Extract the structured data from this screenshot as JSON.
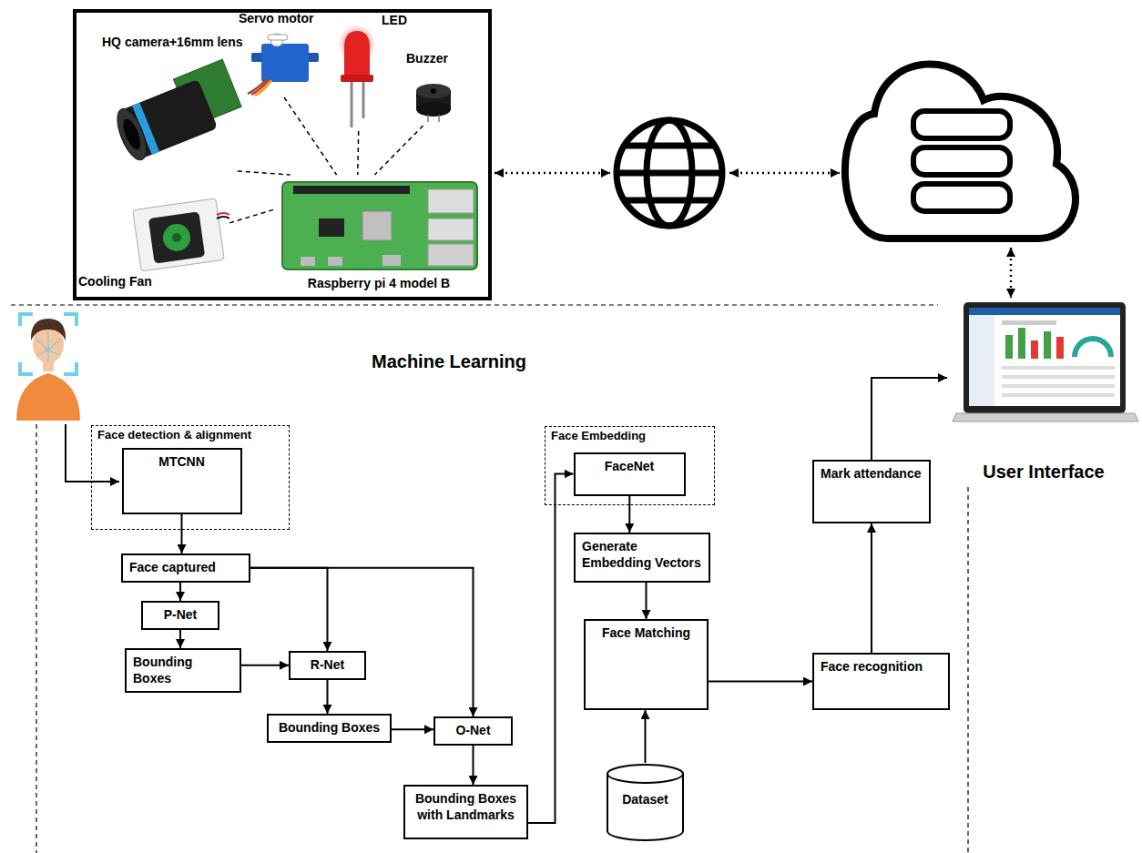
{
  "diagram": {
    "nodes": [
      {
        "text": [
          "HQ camera+16mm lens"
        ]
      },
      {
        "text": [
          "Servo motor"
        ]
      },
      {
        "text": [
          "LED"
        ]
      },
      {
        "text": [
          "Buzzer"
        ]
      },
      {
        "text": [
          "Cooling Fan"
        ]
      },
      {
        "text": [
          "Raspberry pi 4 model B"
        ]
      },
      {
        "text": [
          "User Interface"
        ]
      },
      {
        "text": [
          "Machine Learning"
        ]
      },
      {
        "text": [
          "Face detection & alignment"
        ],
        "in": 7
      },
      {
        "text": [
          "MTCNN"
        ],
        "in": 8
      },
      {
        "text": [
          "Face captured"
        ],
        "in": 7
      },
      {
        "text": [
          "P-Net"
        ],
        "in": 7
      },
      {
        "text": [
          "Bounding Boxes"
        ],
        "in": 7
      },
      {
        "text": [
          "R-Net"
        ],
        "in": 7
      },
      {
        "text": [
          "Bounding Boxes"
        ],
        "in": 7
      },
      {
        "text": [
          "O-Net"
        ],
        "in": 7
      },
      {
        "text": [
          "Bounding Boxes with Landmarks"
        ],
        "in": 7
      },
      {
        "text": [
          "Face Embedding"
        ],
        "in": 7
      },
      {
        "text": [
          "FaceNet"
        ],
        "in": 17
      },
      {
        "text": [
          "Generate Embedding Vectors"
        ],
        "in": 7
      },
      {
        "text": [
          "Face Matching"
        ],
        "in": 7
      },
      {
        "text": [
          "Dataset"
        ],
        "in": 7
      },
      {
        "text": [
          "Face recognition"
        ],
        "in": 7
      },
      {
        "text": [
          "Mark attendance"
        ],
        "in": 7
      }
    ],
    "edges": [
      {
        "from": 0,
        "to": 5,
        "arrow": "none"
      },
      {
        "from": 1,
        "to": 5,
        "arrow": "none"
      },
      {
        "from": 2,
        "to": 5,
        "arrow": "none"
      },
      {
        "from": 3,
        "to": 5,
        "arrow": "none"
      },
      {
        "from": 5,
        "to": 4,
        "arrow": "none"
      },
      {
        "from": 9,
        "to": 10,
        "arrow": "to"
      },
      {
        "from": 10,
        "to": 11,
        "arrow": "to"
      },
      {
        "from": 10,
        "to": 13,
        "arrow": "to"
      },
      {
        "from": 10,
        "to": 15,
        "arrow": "to"
      },
      {
        "from": 11,
        "to": 12,
        "arrow": "to"
      },
      {
        "from": 12,
        "to": 13,
        "arrow": "to"
      },
      {
        "from": 13,
        "to": 14,
        "arrow": "to"
      },
      {
        "from": 14,
        "to": 15,
        "arrow": "to"
      },
      {
        "from": 15,
        "to": 16,
        "arrow": "to"
      },
      {
        "from": 16,
        "to": 18,
        "arrow": "to"
      },
      {
        "from": 18,
        "to": 19,
        "arrow": "to"
      },
      {
        "from": 19,
        "to": 20,
        "arrow": "to"
      },
      {
        "from": 21,
        "to": 20,
        "arrow": "to"
      },
      {
        "from": 20,
        "to": 22,
        "arrow": "to"
      },
      {
        "from": 22,
        "to": 23,
        "arrow": "to"
      },
      {
        "from": 23,
        "to": 6,
        "arrow": "to"
      }
    ]
  }
}
